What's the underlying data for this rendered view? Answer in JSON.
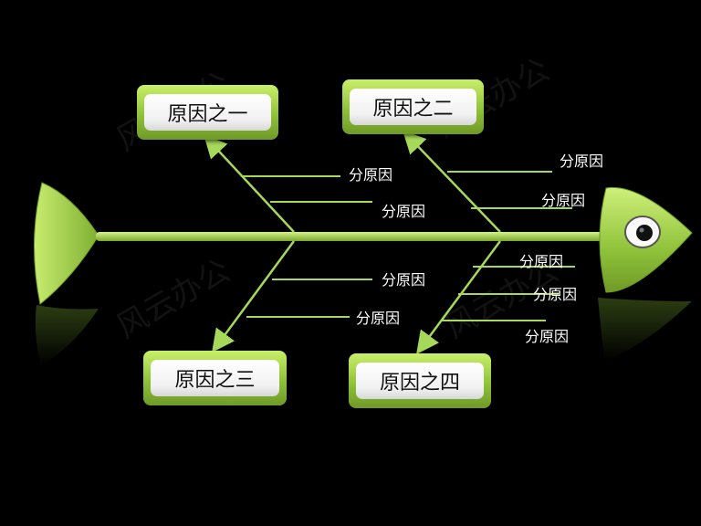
{
  "causes": {
    "c1": "原因之一",
    "c2": "原因之二",
    "c3": "原因之三",
    "c4": "原因之四"
  },
  "sub_label": "分原因",
  "watermark": "风云办公",
  "colors": {
    "background": "#000000",
    "fish_green": "#8fc23a",
    "line_green": "#a6d95a"
  }
}
